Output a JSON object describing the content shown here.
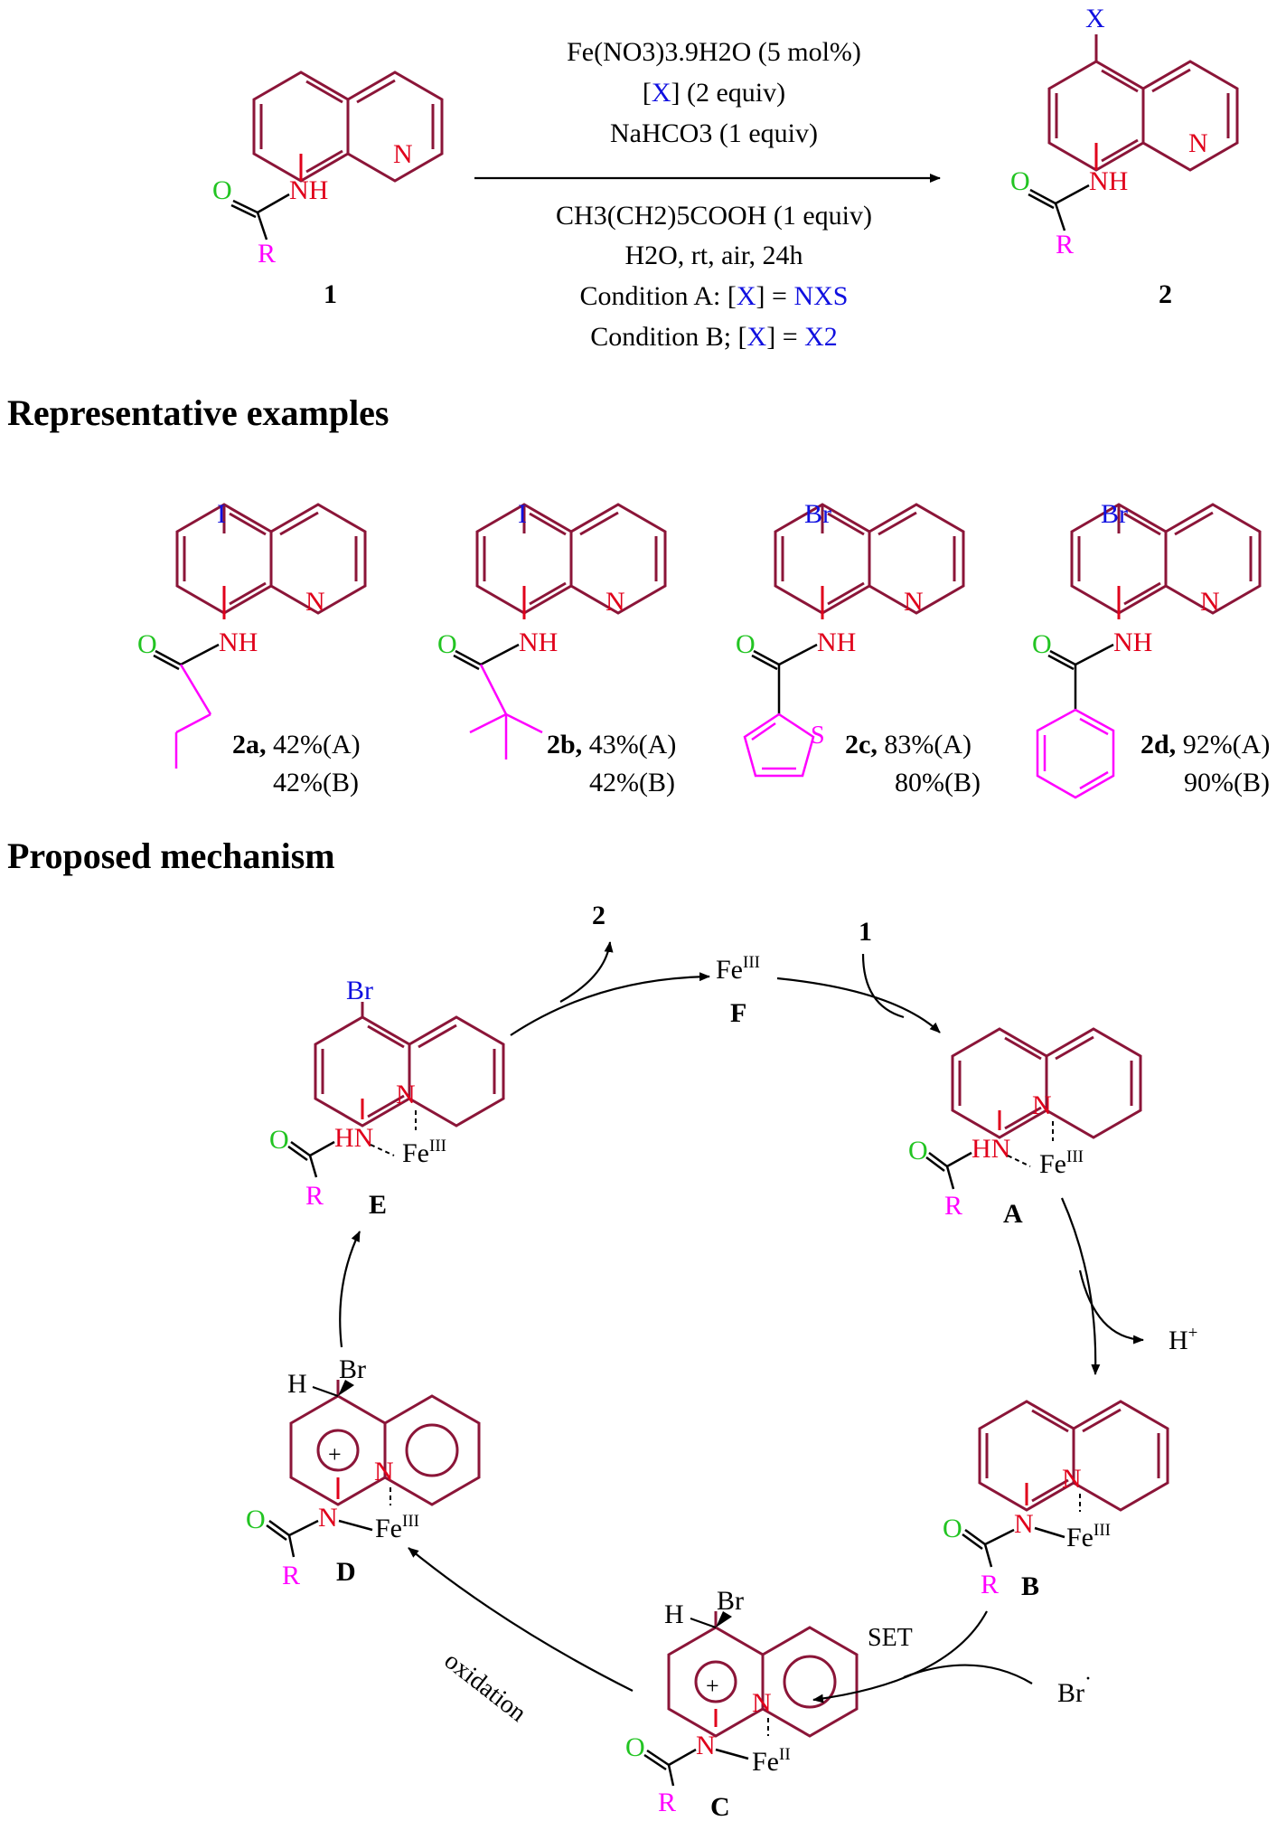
{
  "scheme": {
    "reactant_label": "1",
    "product_label": "2",
    "conditions": {
      "catalyst": "Fe(NO3)3.9H2O (5 mol%)",
      "halogen_source_prefix": "[",
      "halogen_source_symbol": "X",
      "halogen_source_suffix": "] (2 equiv)",
      "base": "NaHCO3 (1 equiv)",
      "additive": "CH3(CH2)5COOH (1 equiv)",
      "medium": "H2O, rt, air, 24h",
      "condition_a_prefix": "Condition A: [",
      "condition_a_mid": "] = ",
      "condition_a_value": "NXS",
      "condition_b_prefix": "Condition B; [",
      "condition_b_mid": "] = ",
      "condition_b_value": "X2"
    }
  },
  "labels": {
    "NH": "NH",
    "HN": "HN",
    "N": "N",
    "O": "O",
    "R": "R",
    "X": "X",
    "I": "I",
    "Br": "Br",
    "S": "S",
    "H": "H",
    "plus": "+",
    "Fe": "Fe",
    "FeIII": "III",
    "FeII": "II",
    "Hplus": "H",
    "Hplus_sup": "+"
  },
  "sections": {
    "examples_title": "Representative examples",
    "mechanism_title": "Proposed mechanism"
  },
  "examples": [
    {
      "label": "2a,",
      "yield_a": "42%(A)",
      "yield_b": "42%(B)",
      "halogen": "I"
    },
    {
      "label": "2b,",
      "yield_a": "43%(A)",
      "yield_b": "42%(B)",
      "halogen": "I"
    },
    {
      "label": "2c,",
      "yield_a": "83%(A)",
      "yield_b": "80%(B)",
      "halogen": "Br"
    },
    {
      "label": "2d,",
      "yield_a": "92%(A)",
      "yield_b": "90%(B)",
      "halogen": "Br"
    }
  ],
  "mechanism": {
    "intermediates": [
      "A",
      "B",
      "C",
      "D",
      "E",
      "F"
    ],
    "catalyst_label": "Fe",
    "enter_substrate": "1",
    "exit_product": "2",
    "proton": "H",
    "step_set": "SET",
    "step_oxidation": "oxidation",
    "radical": "Br"
  }
}
